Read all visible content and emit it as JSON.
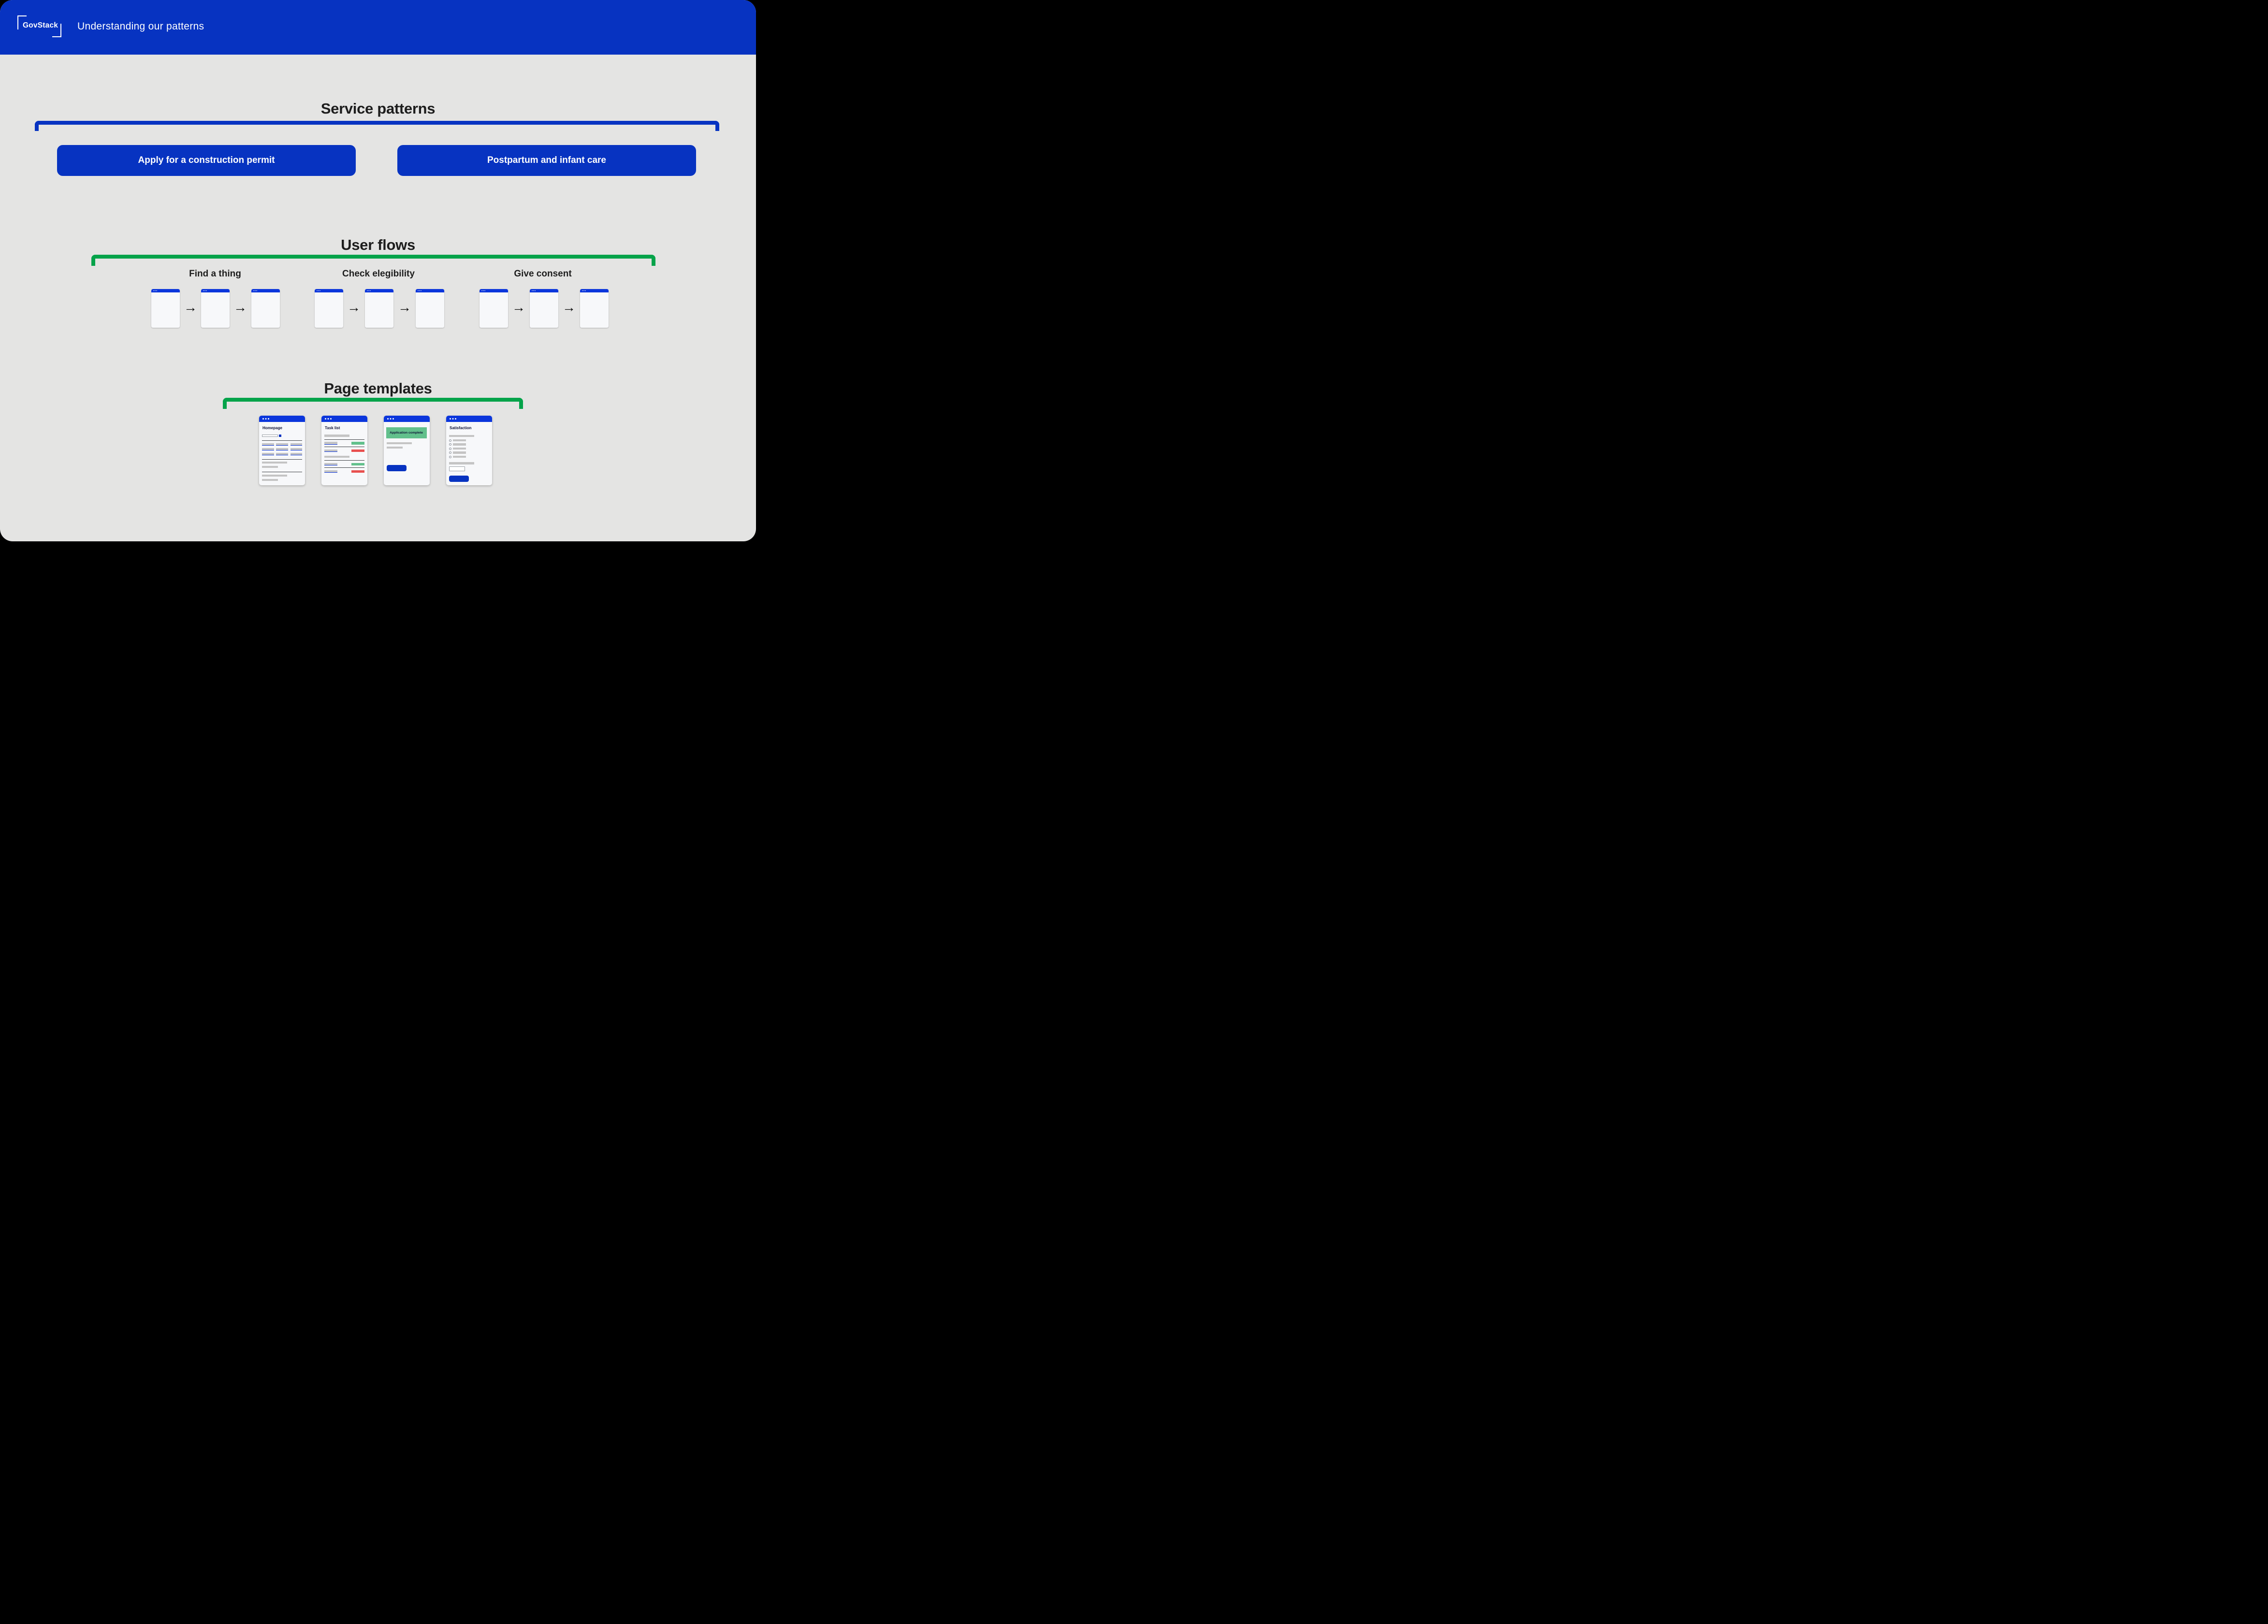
{
  "header": {
    "logo_text": "GovStack",
    "title": "Understanding our patterns"
  },
  "sections": {
    "service_patterns": {
      "title": "Service patterns",
      "buttons": [
        {
          "label": "Apply for a construction permit"
        },
        {
          "label": "Postpartum and infant care"
        }
      ]
    },
    "user_flows": {
      "title": "User flows",
      "groups": [
        {
          "title": "Find a thing",
          "steps": 3
        },
        {
          "title": "Check elegibility",
          "steps": 3
        },
        {
          "title": "Give consent",
          "steps": 3
        }
      ]
    },
    "page_templates": {
      "title": "Page templates",
      "cards": [
        {
          "title": "Homepage"
        },
        {
          "title": "Task list"
        },
        {
          "title": "Application complete"
        },
        {
          "title": "Satisfaction"
        }
      ]
    }
  },
  "icons": {
    "arrow_right": "→",
    "window_controls": "three-dots"
  },
  "colors": {
    "background_gray": "#e4e4e3",
    "primary_blue": "#0733c1",
    "titlebar_blue": "#0b36dc",
    "bracket_green": "#04a34a",
    "badge_green": "#62c08c",
    "badge_red": "#e8504f",
    "card_body": "#f7f8fa",
    "bar_gray": "#c4c4c4",
    "heading_navy": "#0d1035",
    "text_dark": "#1d1d1d",
    "white": "#ffffff"
  }
}
